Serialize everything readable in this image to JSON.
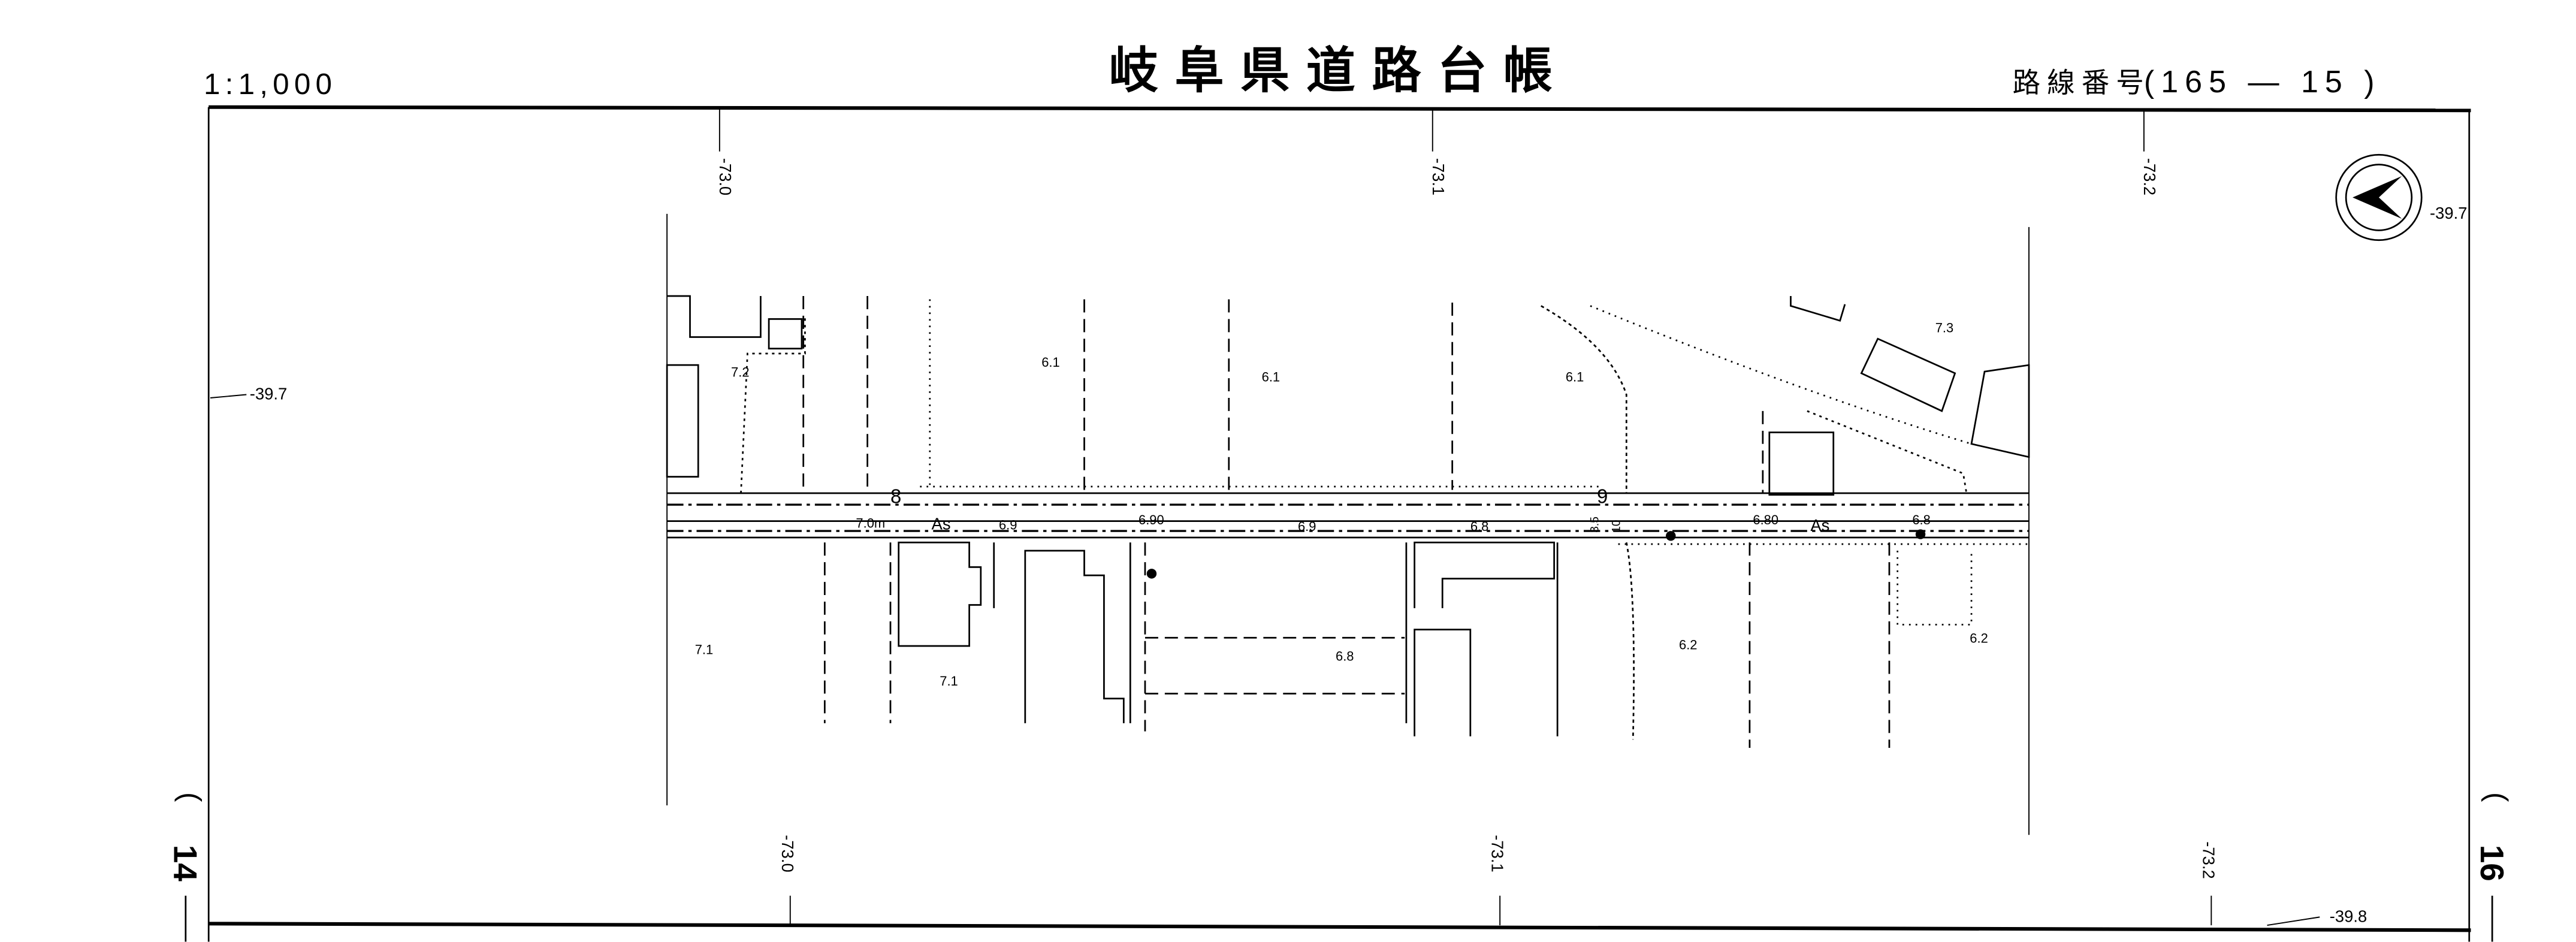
{
  "header": {
    "scale": "1:1,000",
    "title": "岐阜県道路台帳",
    "route_label": "路線番号",
    "route_number": "(165 — 15 )"
  },
  "grid": {
    "top_x": [
      "-73.0",
      "-73.1",
      "-73.2"
    ],
    "bottom_x": [
      "-73.0",
      "-73.1",
      "-73.2"
    ],
    "left_y": "-39.7",
    "right_y_top": "-39.7",
    "right_y_bottom": "-39.8"
  },
  "sheets": {
    "prev": "14",
    "next": "16",
    "open_paren": "(",
    "dash": "—"
  },
  "stations": [
    "8",
    "9"
  ],
  "road": {
    "surface": [
      "As",
      "As"
    ],
    "width_labels": [
      "7.0m",
      "3.5",
      "10"
    ],
    "centerline_elevations": [
      "6.9",
      "6.90",
      "6.9",
      "6.8",
      "6.80",
      "6.8"
    ]
  },
  "spot_elevations": [
    "7.2",
    "6.1",
    "6.1",
    "6.1",
    "7.3",
    "7.1",
    "7.1",
    "6.8",
    "6.2",
    "6.2"
  ],
  "compass": {
    "icon": "north-arrow-icon"
  }
}
